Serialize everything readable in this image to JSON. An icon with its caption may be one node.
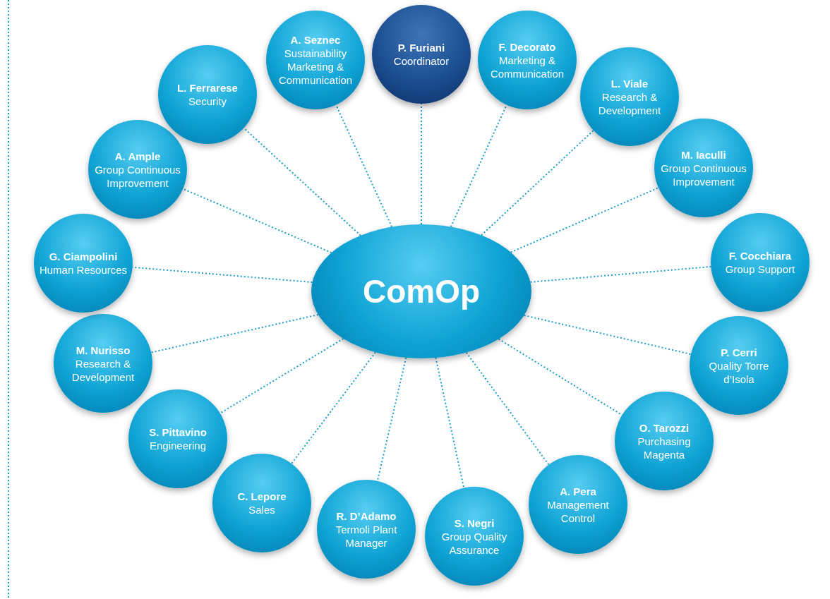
{
  "diagram": {
    "nodes": [
      {
        "text": [
          "ComOp"
        ]
      },
      {
        "text": [
          "A. Seznec",
          "Sustainability Marketing & Communication"
        ]
      },
      {
        "text": [
          "P. Furiani",
          "Coordinator"
        ]
      },
      {
        "text": [
          "F. Decorato",
          "Marketing & Communication"
        ]
      },
      {
        "text": [
          "L. Viale",
          "Research & Development"
        ]
      },
      {
        "text": [
          "M. Iaculli",
          "Group Continuous Improvement"
        ]
      },
      {
        "text": [
          "F. Cocchiara",
          "Group Support"
        ]
      },
      {
        "text": [
          "P. Cerri",
          "Quality Torre d’Isola"
        ]
      },
      {
        "text": [
          "O. Tarozzi",
          "Purchasing Magenta"
        ]
      },
      {
        "text": [
          "A. Pera",
          "Management Control"
        ]
      },
      {
        "text": [
          "S. Negri",
          "Group Quality Assurance"
        ]
      },
      {
        "text": [
          "R. D’Adamo",
          "Termoli Plant Manager"
        ]
      },
      {
        "text": [
          "C. Lepore",
          "Sales"
        ]
      },
      {
        "text": [
          "S. Pittavino",
          "Engineering"
        ]
      },
      {
        "text": [
          "M. Nurisso",
          "Research & Development"
        ]
      },
      {
        "text": [
          "G. Ciampolini",
          "Human Resources"
        ]
      },
      {
        "text": [
          "A. Ample",
          "Group Continuous Improvement"
        ]
      },
      {
        "text": [
          "L. Ferrarese",
          "Security"
        ]
      }
    ],
    "edges": [
      {
        "from": 0,
        "to": 1,
        "arrow": "none",
        "style": "dashed"
      },
      {
        "from": 0,
        "to": 2,
        "arrow": "none",
        "style": "dashed"
      },
      {
        "from": 0,
        "to": 3,
        "arrow": "none",
        "style": "dashed"
      },
      {
        "from": 0,
        "to": 4,
        "arrow": "none",
        "style": "dashed"
      },
      {
        "from": 0,
        "to": 5,
        "arrow": "none",
        "style": "dashed"
      },
      {
        "from": 0,
        "to": 6,
        "arrow": "none",
        "style": "dashed"
      },
      {
        "from": 0,
        "to": 7,
        "arrow": "none",
        "style": "dashed"
      },
      {
        "from": 0,
        "to": 8,
        "arrow": "none",
        "style": "dashed"
      },
      {
        "from": 0,
        "to": 9,
        "arrow": "none",
        "style": "dashed"
      },
      {
        "from": 0,
        "to": 10,
        "arrow": "none",
        "style": "dashed"
      },
      {
        "from": 0,
        "to": 11,
        "arrow": "none",
        "style": "dashed"
      },
      {
        "from": 0,
        "to": 12,
        "arrow": "none",
        "style": "dashed"
      },
      {
        "from": 0,
        "to": 13,
        "arrow": "none",
        "style": "dashed"
      },
      {
        "from": 0,
        "to": 14,
        "arrow": "none",
        "style": "dashed"
      },
      {
        "from": 0,
        "to": 15,
        "arrow": "none",
        "style": "dashed"
      },
      {
        "from": 0,
        "to": 16,
        "arrow": "none",
        "style": "dashed"
      },
      {
        "from": 0,
        "to": 17,
        "arrow": "none",
        "style": "dashed"
      }
    ]
  }
}
